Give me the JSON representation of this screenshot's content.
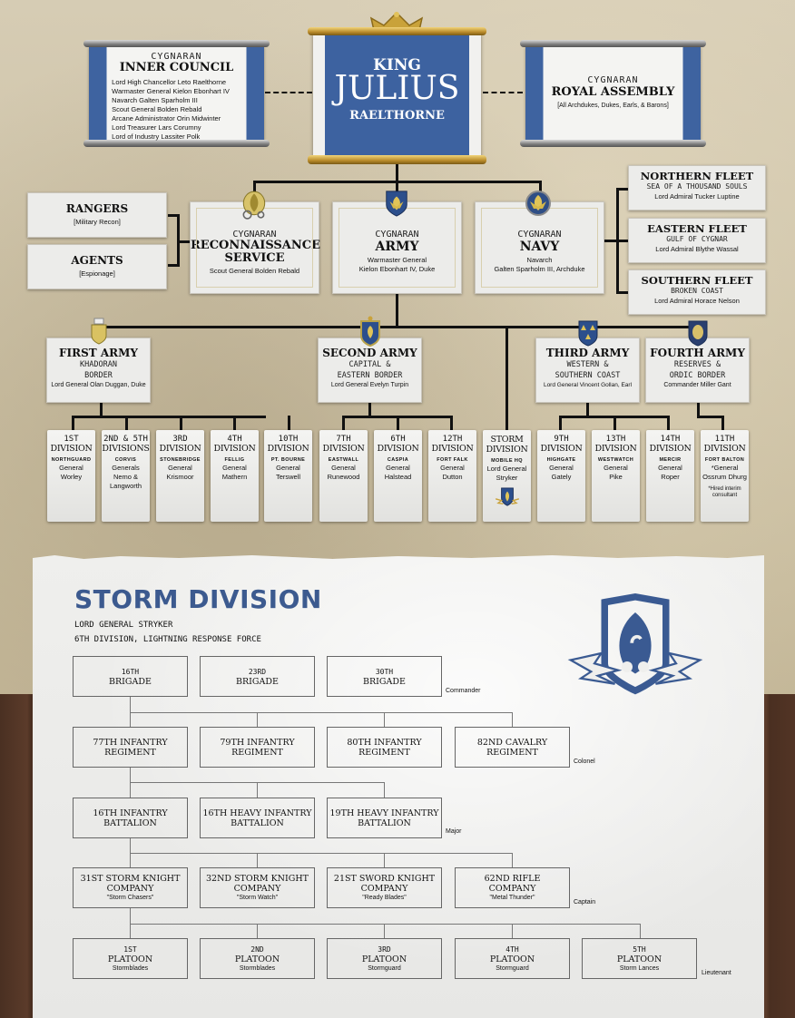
{
  "king": {
    "title": "KING",
    "name": "JULIUS",
    "house": "RAELTHORNE",
    "icon": "crown-icon"
  },
  "inner_council": {
    "kicker": "CYGNARAN",
    "title": "INNER COUNCIL",
    "members": [
      "Lord High Chancellor Leto Raelthorne",
      "Warmaster General Kielon Ebonhart IV",
      "Navarch Galten Sparholm III",
      "Scout General Bolden Rebald",
      "Arcane Administrator Orin Midwinter",
      "Lord Treasurer Lars Corumny",
      "Lord of Industry Lassiter Polk"
    ]
  },
  "royal_assembly": {
    "kicker": "CYGNARAN",
    "title": "ROYAL ASSEMBLY",
    "note": "[All Archdukes, Dukes, Earls, & Barons]"
  },
  "recon_subunits": [
    {
      "title": "RANGERS",
      "note": "[Military Recon]"
    },
    {
      "title": "AGENTS",
      "note": "[Espionage]"
    }
  ],
  "branches": [
    {
      "kicker": "CYGNARAN",
      "title_lines": [
        "RECONNAISSANCE",
        "SERVICE"
      ],
      "leader_lines": [
        "Scout General Bolden Rebald"
      ],
      "icon": "reconnaissance-emblem-icon"
    },
    {
      "kicker": "CYGNARAN",
      "title_lines": [
        "ARMY"
      ],
      "leader_lines": [
        "Warmaster General",
        "Kielon Ebonhart IV, Duke"
      ],
      "icon": "army-shield-icon"
    },
    {
      "kicker": "CYGNARAN",
      "title_lines": [
        "NAVY"
      ],
      "leader_lines": [
        "Navarch",
        "Galten Sparholm III, Archduke"
      ],
      "icon": "navy-emblem-icon"
    }
  ],
  "fleets": [
    {
      "title": "NORTHERN FLEET",
      "region": "SEA OF A THOUSAND SOULS",
      "leader": "Lord Admiral Tucker Luptine"
    },
    {
      "title": "EASTERN FLEET",
      "region": "GULF OF CYGNAR",
      "leader": "Lord Admiral Blythe Wassal"
    },
    {
      "title": "SOUTHERN FLEET",
      "region": "BROKEN COAST",
      "leader": "Lord Admiral Horace Nelson"
    }
  ],
  "armies": [
    {
      "title": "FIRST ARMY",
      "region_lines": [
        "KHADORAN",
        "BORDER"
      ],
      "leader": "Lord General Olan Duggan, Duke",
      "icon": "first-army-crest-icon"
    },
    {
      "title": "SECOND ARMY",
      "region_lines": [
        "CAPITAL &",
        "EASTERN BORDER"
      ],
      "leader": "Lord General Evelyn Turpin",
      "icon": "second-army-crest-icon"
    },
    {
      "title": "THIRD ARMY",
      "region_lines": [
        "WESTERN &",
        "SOUTHERN COAST"
      ],
      "leader": "Lord General Vincent Gollan, Earl",
      "icon": "third-army-crest-icon"
    },
    {
      "title": "FOURTH ARMY",
      "region_lines": [
        "RESERVES &",
        "ORDIC BORDER"
      ],
      "leader": "Commander Miller Gant",
      "icon": "fourth-army-crest-icon"
    }
  ],
  "divisions": [
    {
      "ordinal": "1ST",
      "name": "DIVISION",
      "location": "NORTHGUARD",
      "commander_lines": [
        "General",
        "Worley"
      ]
    },
    {
      "ordinal": "2ND & 5TH",
      "name": "DIVISIONS",
      "location": "CORVIS",
      "commander_lines": [
        "Generals",
        "Nemo &",
        "Langworth"
      ]
    },
    {
      "ordinal": "3RD",
      "name": "DIVISION",
      "location": "STONEBRIDGE",
      "commander_lines": [
        "General",
        "Krismoor"
      ]
    },
    {
      "ordinal": "4TH",
      "name": "DIVISION",
      "location": "FELLIG",
      "commander_lines": [
        "General",
        "Mathern"
      ]
    },
    {
      "ordinal": "10TH",
      "name": "DIVISION",
      "location": "PT. BOURNE",
      "commander_lines": [
        "General",
        "Terswell"
      ]
    },
    {
      "ordinal": "7TH",
      "name": "DIVISION",
      "location": "EASTWALL",
      "commander_lines": [
        "General",
        "Runewood"
      ]
    },
    {
      "ordinal": "6TH",
      "name": "DIVISION",
      "location": "CASPIA",
      "commander_lines": [
        "General",
        "Halstead"
      ]
    },
    {
      "ordinal": "12TH",
      "name": "DIVISION",
      "location": "FORT FALK",
      "commander_lines": [
        "General",
        "Dutton"
      ]
    },
    {
      "ordinal": "STORM",
      "name": "DIVISION",
      "location": "MOBILE HQ",
      "commander_lines": [
        "Lord General",
        "Stryker"
      ],
      "icon": "storm-division-crest-icon"
    },
    {
      "ordinal": "9TH",
      "name": "DIVISION",
      "location": "HIGHGATE",
      "commander_lines": [
        "General",
        "Gately"
      ]
    },
    {
      "ordinal": "13TH",
      "name": "DIVISION",
      "location": "WESTWATCH",
      "commander_lines": [
        "General",
        "Pike"
      ]
    },
    {
      "ordinal": "14TH",
      "name": "DIVISION",
      "location": "MERCIR",
      "commander_lines": [
        "General",
        "Roper"
      ]
    },
    {
      "ordinal": "11TH",
      "name": "DIVISION",
      "location": "FORT BALTON",
      "commander_lines": [
        "*General",
        "Ossrum Dhurg"
      ],
      "note_lines": [
        "*Hired interim",
        "consultant"
      ]
    }
  ],
  "storm_division": {
    "title": "STORM DIVISION",
    "subtitle1": "LORD GENERAL STRYKER",
    "subtitle2": "6TH DIVISION, LIGHTNING RESPONSE FORCE",
    "icon": "storm-division-swan-lightning-icon",
    "brigades": [
      {
        "ordinal": "16TH",
        "name": "BRIGADE"
      },
      {
        "ordinal": "23RD",
        "name": "BRIGADE"
      },
      {
        "ordinal": "30TH",
        "name": "BRIGADE"
      }
    ],
    "regiments": [
      {
        "line1": "77TH INFANTRY",
        "line2": "REGIMENT"
      },
      {
        "line1": "79TH INFANTRY",
        "line2": "REGIMENT"
      },
      {
        "line1": "80TH INFANTRY",
        "line2": "REGIMENT"
      },
      {
        "line1": "82ND CAVALRY",
        "line2": "REGIMENT"
      }
    ],
    "battalions": [
      {
        "line1": "16TH INFANTRY",
        "line2": "BATTALION"
      },
      {
        "line1": "16TH HEAVY INFANTRY",
        "line2": "BATTALION"
      },
      {
        "line1": "19TH HEAVY INFANTRY",
        "line2": "BATTALION"
      }
    ],
    "companies": [
      {
        "line1": "31ST STORM KNIGHT",
        "line2": "COMPANY",
        "nick": "\"Storm Chasers\""
      },
      {
        "line1": "32ND STORM KNIGHT",
        "line2": "COMPANY",
        "nick": "\"Storm Watch\""
      },
      {
        "line1": "21ST SWORD KNIGHT",
        "line2": "COMPANY",
        "nick": "\"Ready Blades\""
      },
      {
        "line1": "62ND RIFLE",
        "line2": "COMPANY",
        "nick": "\"Metal Thunder\""
      }
    ],
    "platoons": [
      {
        "ordinal": "1ST",
        "name": "PLATOON",
        "unit": "Stormblades"
      },
      {
        "ordinal": "2ND",
        "name": "PLATOON",
        "unit": "Stormblades"
      },
      {
        "ordinal": "3RD",
        "name": "PLATOON",
        "unit": "Stormguard"
      },
      {
        "ordinal": "4TH",
        "name": "PLATOON",
        "unit": "Stormguard"
      },
      {
        "ordinal": "5TH",
        "name": "PLATOON",
        "unit": "Storm Lances"
      }
    ],
    "ranks": [
      "Commander",
      "Colonel",
      "Major",
      "Captain",
      "Lieutenant"
    ]
  },
  "colors": {
    "cygnar_blue": "#3d62a0",
    "storm_title_blue": "#3c5a8f",
    "gold": "#c9a23a",
    "connector": "#111111"
  }
}
